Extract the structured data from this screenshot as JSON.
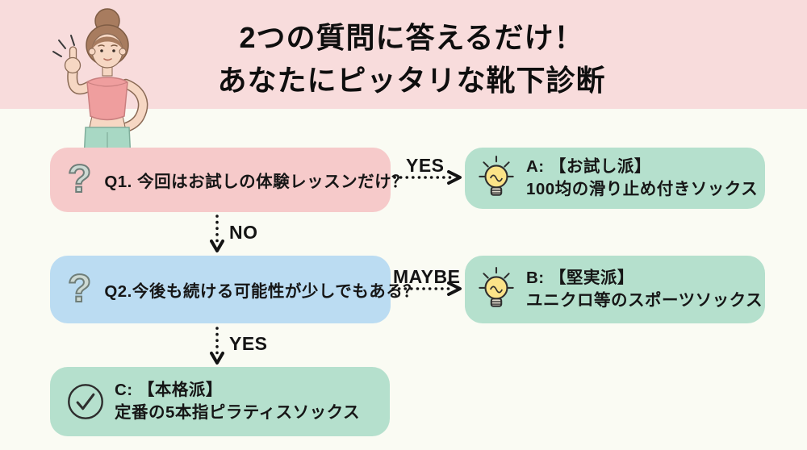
{
  "header": {
    "title_line1": "2つの質問に答えるだけ！",
    "title_line2": "あなたにピッタリな靴下診断"
  },
  "flowchart": {
    "q1": {
      "label": "Q1. 今回はお試しの体験レッスンだけ？",
      "icon": "question-mark"
    },
    "q2": {
      "label": "Q2.今後も続ける可能性が少しでもある？",
      "icon": "question-mark"
    },
    "results": {
      "a": {
        "line1": "A: 【お試し派】",
        "line2": "100均の滑り止め付きソックス",
        "icon": "lightbulb"
      },
      "b": {
        "line1": "B: 【堅実派】",
        "line2": "ユニクロ等のスポーツソックス",
        "icon": "lightbulb"
      },
      "c": {
        "line1": "C: 【本格派】",
        "line2": "定番の5本指ピラティスソックス",
        "icon": "check-circle"
      }
    },
    "edges": {
      "q1_to_a": "YES",
      "q1_to_q2": "NO",
      "q2_to_b": "MAYBE",
      "q2_to_c": "YES"
    }
  },
  "colors": {
    "header_bg": "#f8dcdc",
    "page_bg": "#fafbf3",
    "question1_bg": "#f6caca",
    "question2_bg": "#bbdcf2",
    "result_bg": "#b5e0cd",
    "text": "#161616",
    "bulb_yellow": "#fbe388",
    "qmark_fill": "#cdd9d3"
  }
}
